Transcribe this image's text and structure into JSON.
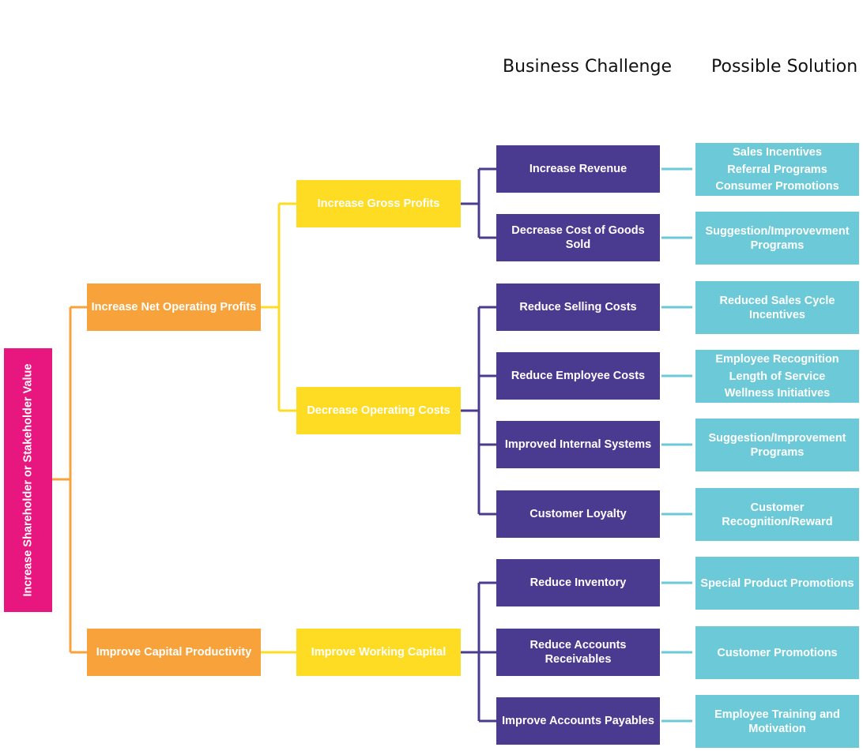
{
  "headers": {
    "challenge": "Business Challenge",
    "solution": "Possible Solution"
  },
  "root": "Increase Shareholder or Stakeholder Value",
  "level2": {
    "net_operating": "Increase Net Operating Profits",
    "capital_productivity": "Improve Capital Productivity"
  },
  "level3": {
    "gross_profits": "Increase Gross Profits",
    "operating_costs": "Decrease Operating Costs",
    "working_capital": "Improve Working Capital"
  },
  "challenges": [
    "Increase Revenue",
    "Decrease Cost of Goods Sold",
    "Reduce Selling Costs",
    "Reduce Employee Costs",
    "Improved Internal Systems",
    "Customer Loyalty",
    "Reduce Inventory",
    "Reduce Accounts Receivables",
    "Improve Accounts Payables"
  ],
  "solutions": [
    [
      "Sales Incentives",
      "Referral Programs",
      "Consumer Promotions"
    ],
    [
      "Suggestion/Improvevment",
      "Programs"
    ],
    [
      "Reduced Sales Cycle",
      "Incentives"
    ],
    [
      "Employee Recognition",
      "Length of Service",
      "Wellness Initiatives"
    ],
    [
      "Suggestion/Improvement",
      "Programs"
    ],
    [
      "Customer",
      "Recognition/Reward"
    ],
    [
      "Special Product Promotions"
    ],
    [
      "Customer Promotions"
    ],
    [
      "Employee Training and",
      "Motivation"
    ]
  ],
  "colors": {
    "root": "#e8177f",
    "level2": "#f7a23a",
    "level3": "#ffdc24",
    "challenge": "#4a3b91",
    "solution": "#6cc9d8"
  }
}
